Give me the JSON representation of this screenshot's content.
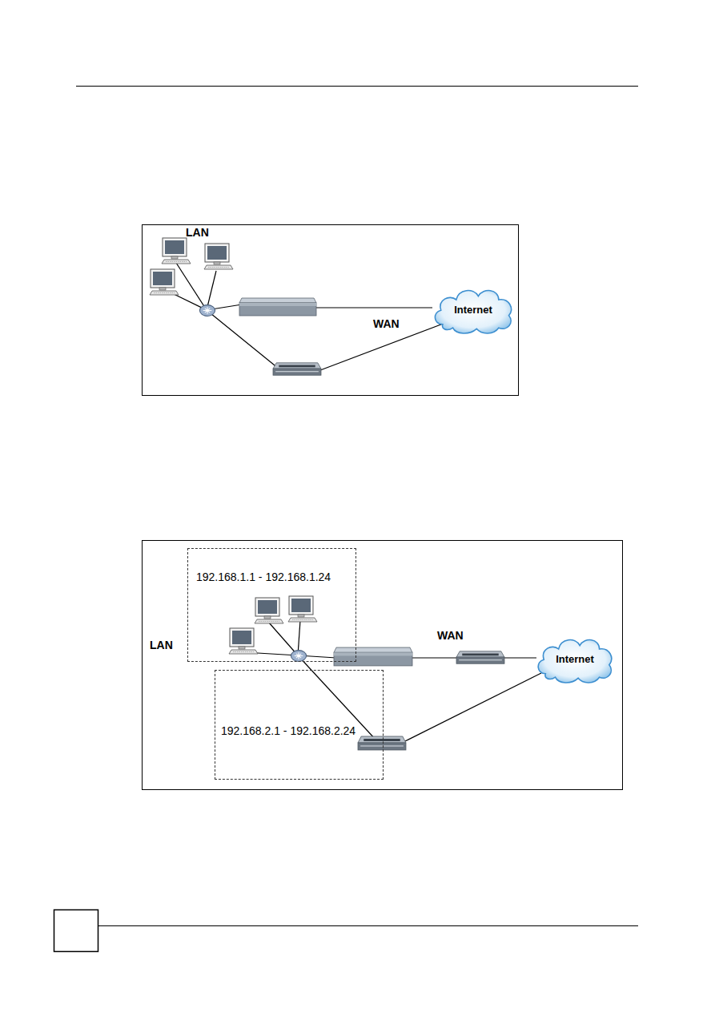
{
  "diagram": {
    "nodes": [
      {
        "text": [
          "Internet"
        ]
      },
      {
        "text": [
          "192.168.1.1 - 192.168.1.24"
        ]
      },
      {
        "text": [
          "Internet"
        ]
      },
      {
        "text": [
          "192.168.2.1 - 192.168.2.24"
        ]
      }
    ],
    "labels": [
      "LAN",
      "WAN",
      "LAN",
      "WAN"
    ]
  }
}
